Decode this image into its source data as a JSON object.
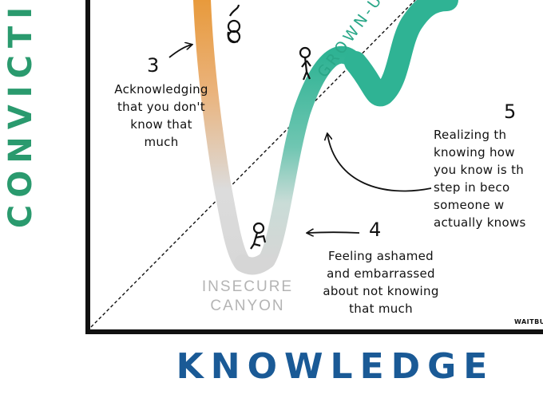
{
  "axes": {
    "x_label": "KNOWLEDGE",
    "y_label": "CONVICTI"
  },
  "regions": {
    "canyon_label": "INSECURE\nCANYON",
    "mountain_label": "GROWN-UP MOUNTA"
  },
  "steps": [
    {
      "number": "3",
      "text": "Acknowledging\nthat you don't\nknow that\nmuch"
    },
    {
      "number": "4",
      "text": "Feeling ashamed\nand embarrassed\nabout not knowing\nthat much"
    },
    {
      "number": "5",
      "text": "Realizing th\nknowing how\nyou know is th\nstep in beco\nsomeone w\nactually knows"
    }
  ],
  "credit": "WAITBU",
  "colors": {
    "axis": "#111111",
    "axis_x_label": "#1a5a96",
    "axis_y_label": "#2a9a6e",
    "curve_top": "#e89a3c",
    "curve_bottom": "#d6d6d6",
    "curve_rise": "#35b49a",
    "canyon_text": "#b4b4b4",
    "mountain_text": "#2aa788"
  },
  "icons": [
    "stick-figure-icon",
    "stick-figure-icon",
    "stick-figure-icon",
    "arrow-icon"
  ]
}
